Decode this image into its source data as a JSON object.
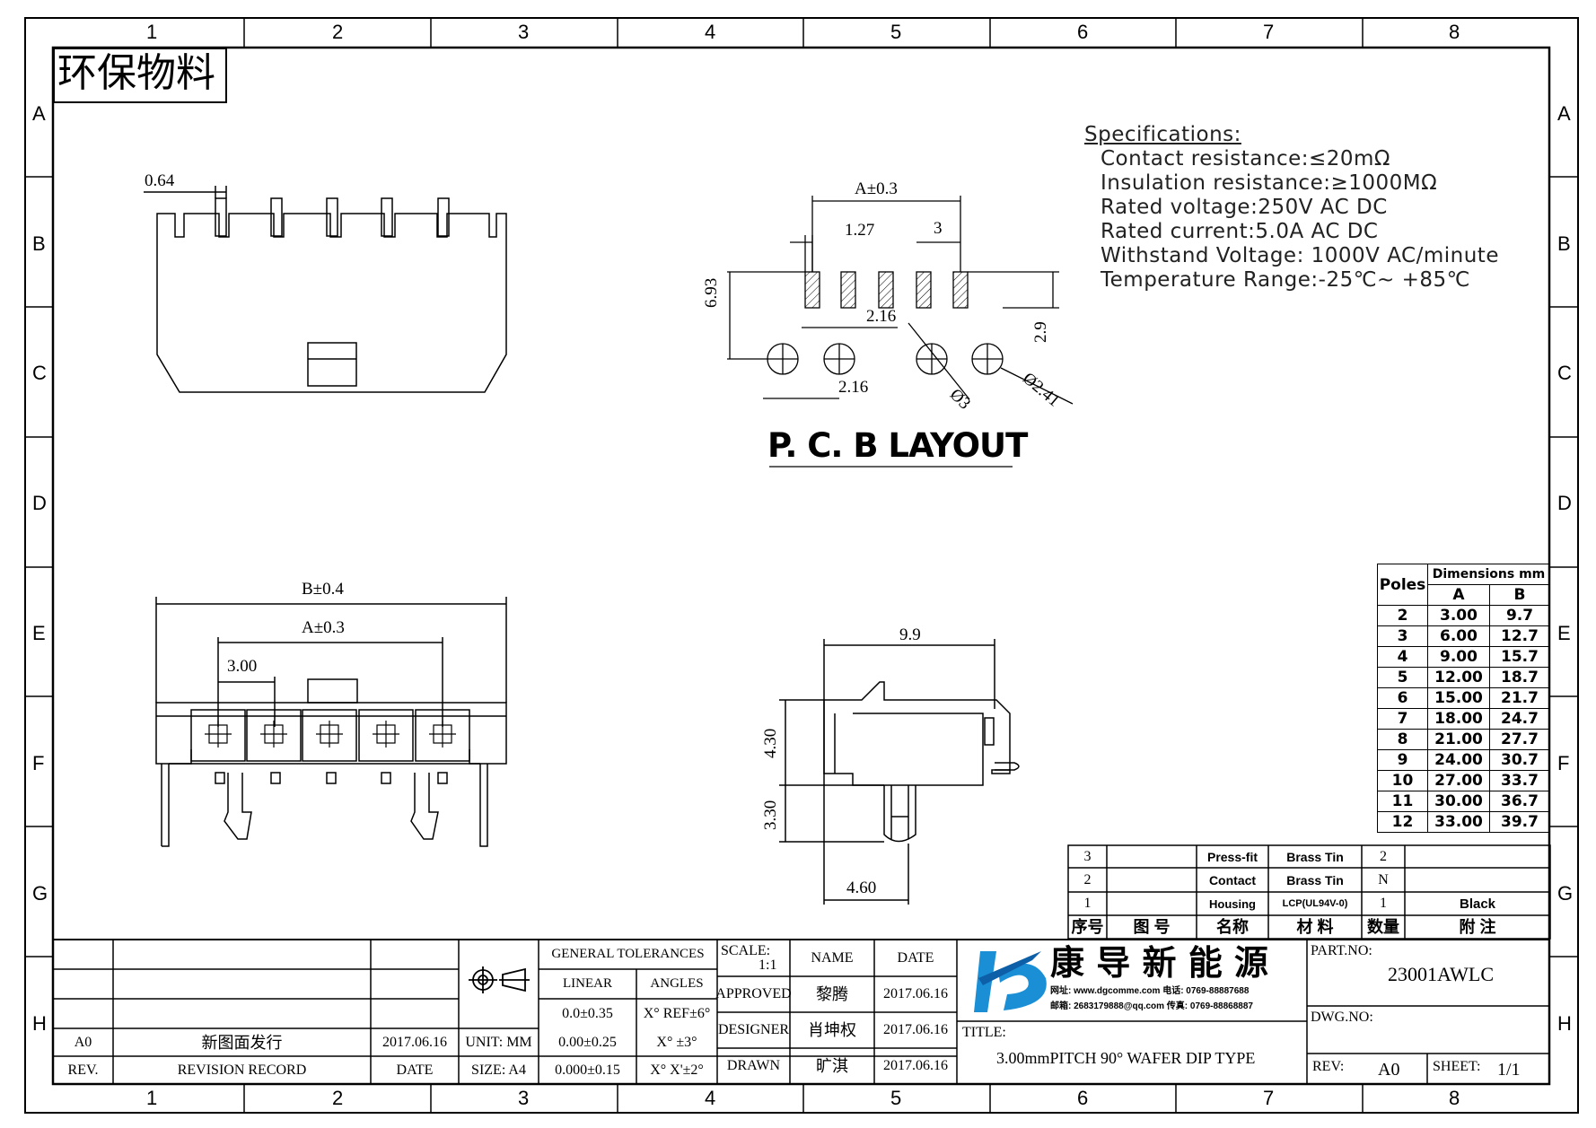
{
  "stamp": "环保物料",
  "grid": {
    "columns": [
      "1",
      "2",
      "3",
      "4",
      "5",
      "6",
      "7",
      "8"
    ],
    "rows": [
      "A",
      "B",
      "C",
      "D",
      "E",
      "F",
      "G",
      "H"
    ]
  },
  "specifications": {
    "heading": "Specifications:",
    "lines": [
      "Contact  resistance:≤20mΩ",
      "Insulation  resistance:≥1000MΩ",
      "Rated  voltage:250V  AC  DC",
      "Rated  current:5.0A  AC  DC",
      "Withstand  Voltage: 1000V  AC/minute",
      "Temperature  Range:-25℃~  +85℃"
    ]
  },
  "pcb_layout": {
    "title": "P. C. B  LAYOUT",
    "dim_a": "A±0.3",
    "dim_pitch": "1.27",
    "dim_3": "3",
    "dim_693": "6.93",
    "dim_29": "2.9",
    "dim_216_top": "2.16",
    "dim_216_bottom": "2.16",
    "dim_phi3": "Ø3",
    "dim_phi241": "Ø2.41"
  },
  "top_view": {
    "dim_064": "0.64"
  },
  "front_view": {
    "dim_b": "B±0.4",
    "dim_a": "A±0.3",
    "dim_300": "3.00"
  },
  "side_view": {
    "dim_99": "9.9",
    "dim_430": "4.30",
    "dim_330": "3.30",
    "dim_460": "4.60"
  },
  "dimensions_table": {
    "header_poles": "Poles",
    "header_dims": "Dimensions mm",
    "header_a": "A",
    "header_b": "B",
    "rows": [
      [
        "2",
        "3.00",
        "9.7"
      ],
      [
        "3",
        "6.00",
        "12.7"
      ],
      [
        "4",
        "9.00",
        "15.7"
      ],
      [
        "5",
        "12.00",
        "18.7"
      ],
      [
        "6",
        "15.00",
        "21.7"
      ],
      [
        "7",
        "18.00",
        "24.7"
      ],
      [
        "8",
        "21.00",
        "27.7"
      ],
      [
        "9",
        "24.00",
        "30.7"
      ],
      [
        "10",
        "27.00",
        "33.7"
      ],
      [
        "11",
        "30.00",
        "36.7"
      ],
      [
        "12",
        "33.00",
        "39.7"
      ]
    ]
  },
  "bom": {
    "rows": [
      {
        "no": "3",
        "part": "",
        "name": "Press-fit",
        "material": "Brass Tin",
        "qty": "2",
        "note": ""
      },
      {
        "no": "2",
        "part": "",
        "name": "Contact",
        "material": "Brass Tin",
        "qty": "N",
        "note": ""
      },
      {
        "no": "1",
        "part": "",
        "name": "Housing",
        "material": "LCP(UL94V-0)",
        "qty": "1",
        "note": "Black"
      }
    ],
    "header": {
      "no": "序号",
      "part": "图  号",
      "name": "名称",
      "material": "材  料",
      "qty": "数量",
      "note": "附  注"
    }
  },
  "title_block": {
    "tolerances_header": "GENERAL TOLERANCES",
    "linear": "LINEAR",
    "angles": "ANGLES",
    "lin1": "0.0±0.35",
    "ang1": "X° REF±6°",
    "lin2": "0.00±0.25",
    "ang2": "X°  ±3°",
    "lin3": "0.000±0.15",
    "ang3": "X° X'±2°",
    "unit": "UNIT: MM",
    "size": "SIZE: A4",
    "scale_label": "SCALE:",
    "scale_value": "1:1",
    "name_header": "NAME",
    "date_header": "DATE",
    "approved": "APPROVED",
    "approved_name": "黎腾",
    "approved_date": "2017.06.16",
    "designer": "DESIGNER",
    "designer_name": "肖坤权",
    "designer_date": "2017.06.16",
    "drawn": "DRAWN",
    "drawn_name": "旷淇",
    "drawn_date": "2017.06.16",
    "rev_a0": "A0",
    "rev_record_entry": "新图面发行",
    "rev_record_date": "2017.06.16",
    "rev_header": "REV.",
    "rev_record_header": "REVISION RECORD",
    "date_col_header": "DATE",
    "company": "康 导 新 能 源",
    "company_line1": "网址: www.dgcomme.com  电话: 0769-88887688",
    "company_line2": "邮箱: 2683179888@qq.com  传真: 0769-88868887",
    "title_label": "TITLE:",
    "title_value": "3.00mmPITCH 90° WAFER DIP TYPE",
    "part_no_label": "PART.NO:",
    "part_no": "23001AWLC",
    "dwg_no_label": "DWG.NO:",
    "rev_label": "REV:",
    "rev_value": "A0",
    "sheet_label": "SHEET:",
    "sheet_value": "1/1"
  },
  "colors": {
    "logo_blue": "#1a8fd6",
    "logo_dark": "#0d5fa8",
    "line": "#000000"
  }
}
